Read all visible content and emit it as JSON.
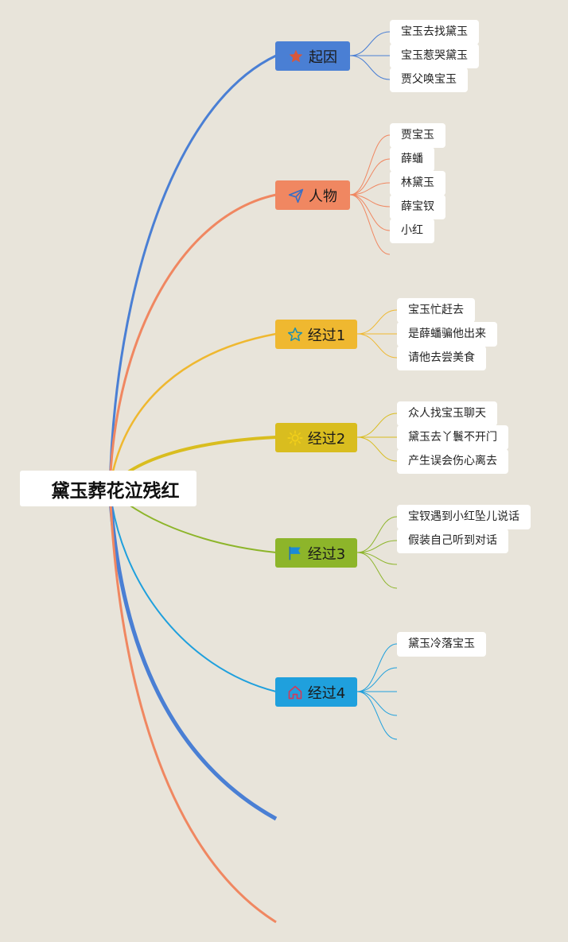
{
  "root": {
    "label": "黛玉葬花泣残红"
  },
  "branches": [
    {
      "id": "b0",
      "label": "起因",
      "color": "#4a7fd4",
      "icon": "star-filled-icon",
      "leaves": [
        "宝玉去找黛玉",
        "宝玉惹哭黛玉",
        "贾父唤宝玉"
      ]
    },
    {
      "id": "b1",
      "label": "人物",
      "color": "#f08761",
      "icon": "paper-plane-icon",
      "leaves": [
        "贾宝玉",
        "薛蟠",
        "林黛玉",
        "薛宝钗",
        "小红"
      ]
    },
    {
      "id": "b2",
      "label": "经过1",
      "color": "#efb830",
      "icon": "star-outline-icon",
      "leaves": [
        "宝玉忙赶去",
        "是薛蟠骗他出来",
        "请他去尝美食"
      ]
    },
    {
      "id": "b3",
      "label": "经过2",
      "color": "#d9bd1f",
      "icon": "sun-icon",
      "leaves": [
        "众人找宝玉聊天",
        "黛玉去丫鬟不开门",
        "产生误会伤心离去"
      ]
    },
    {
      "id": "b4",
      "label": "经过3",
      "color": "#8db52a",
      "icon": "flag-icon",
      "leaves": [
        "宝钗遇到小红坠儿说话",
        "假装自己听到对话"
      ]
    },
    {
      "id": "b5",
      "label": "经过4",
      "color": "#1fa0dd",
      "icon": "home-icon",
      "leaves": [
        "黛玉冷落宝玉"
      ]
    }
  ]
}
